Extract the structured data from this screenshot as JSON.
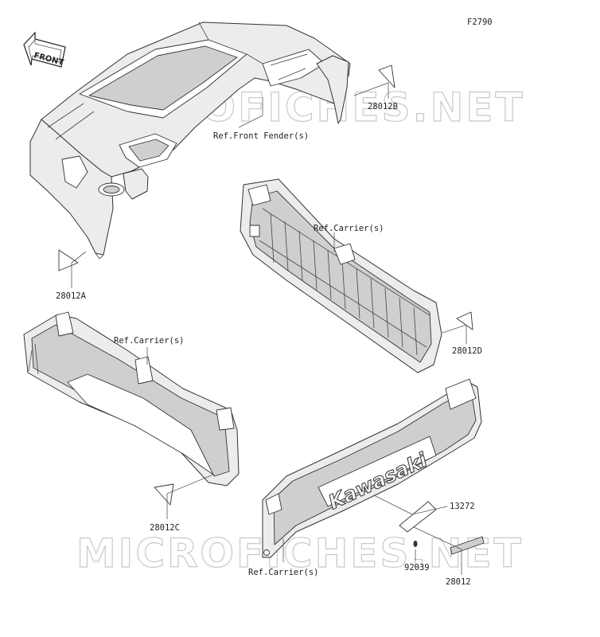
{
  "figure_code": "F2790",
  "direction_tag": "FRONT",
  "watermarks": [
    "MICROFICHES.NET",
    "MICROFICHES.NET"
  ],
  "brand_text": "Kawasaki",
  "labels": {
    "ref_front_fender": "Ref.Front Fender(s)",
    "ref_carrier_1": "Ref.Carrier(s)",
    "ref_carrier_2": "Ref.Carrier(s)",
    "ref_carrier_3": "Ref.Carrier(s)",
    "p28012A": "28012A",
    "p28012B": "28012B",
    "p28012C": "28012C",
    "p28012D": "28012D",
    "p13272": "13272",
    "p92039": "92039",
    "p28012": "28012"
  }
}
